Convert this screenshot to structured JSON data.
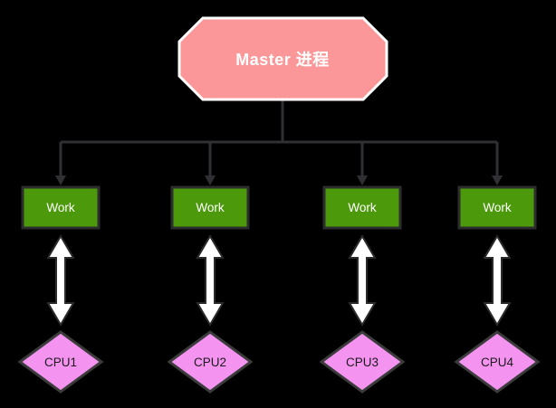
{
  "diagram": {
    "master": {
      "label": "Master 进程"
    },
    "workers": [
      {
        "label": "Work"
      },
      {
        "label": "Work"
      },
      {
        "label": "Work"
      },
      {
        "label": "Work"
      }
    ],
    "cpus": [
      {
        "label": "CPU1"
      },
      {
        "label": "CPU2"
      },
      {
        "label": "CPU3"
      },
      {
        "label": "CPU4"
      }
    ]
  },
  "colors": {
    "background": "#000000",
    "master_fill": "#FB9799",
    "master_border": "#FFFFFF",
    "master_text": "#FFFFFF",
    "worker_fill": "#4C9A0B",
    "worker_border": "#2D2D2D",
    "worker_text": "#FFFFFF",
    "cpu_fill": "#F593F0",
    "cpu_border": "#3B3B3B",
    "cpu_text": "#1B1B1B",
    "connector": "#2F2F34",
    "arrow_fill": "#FFFFFF",
    "arrow_outline": "#2B2B2B"
  }
}
